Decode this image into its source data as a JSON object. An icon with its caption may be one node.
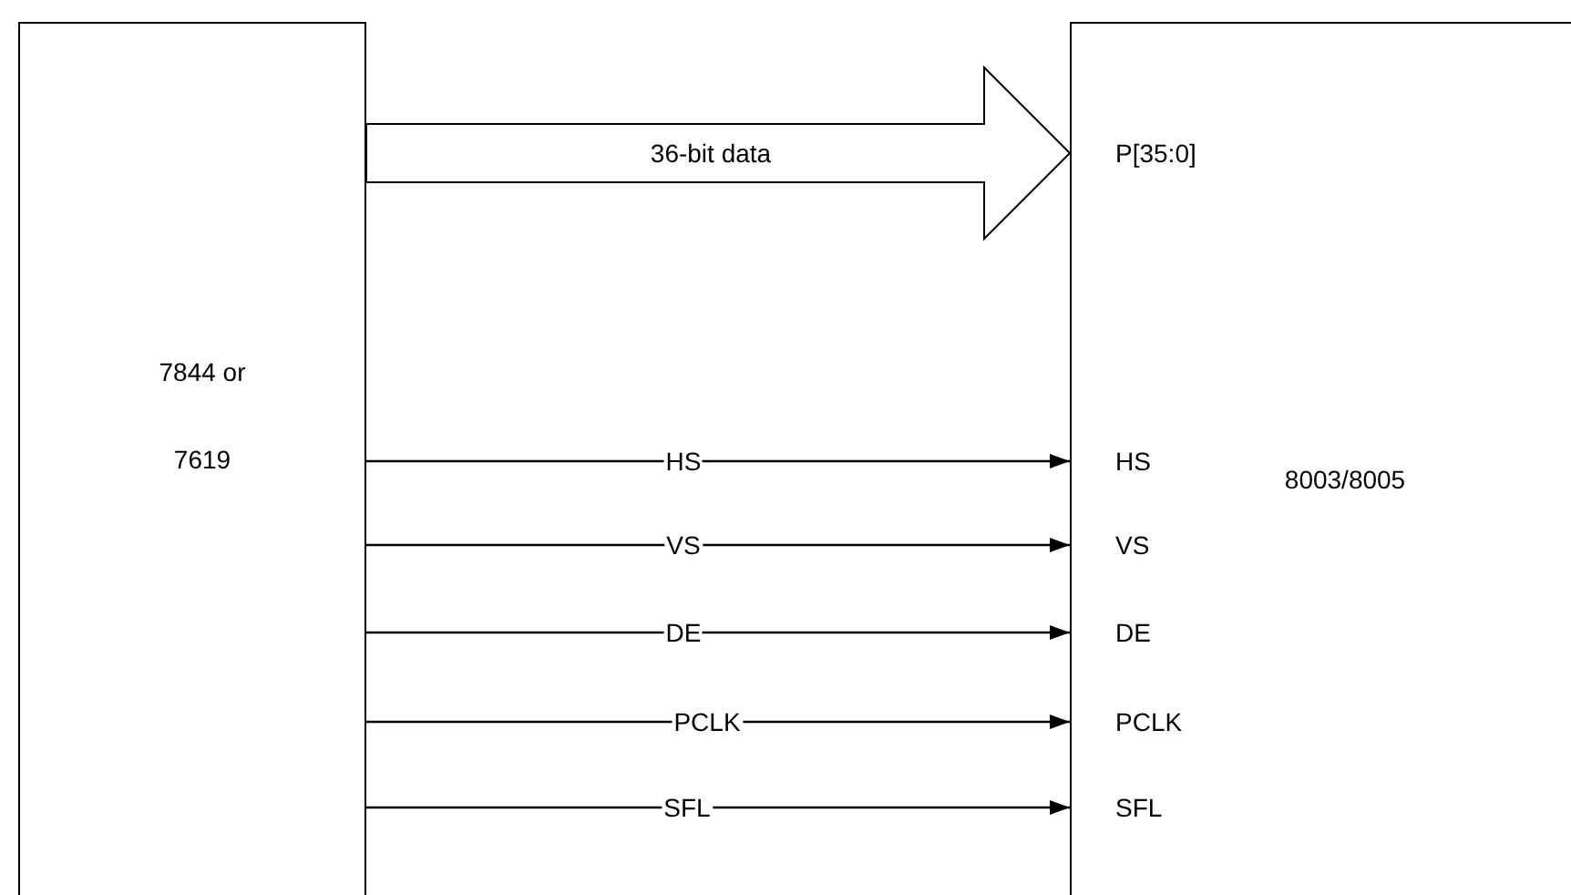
{
  "diagram": {
    "nodes": [
      {
        "text": [
          "7844 or 7619"
        ]
      },
      {
        "text": [
          "8003/8005"
        ]
      }
    ],
    "edges": [
      {
        "from": 0,
        "to": 1,
        "arrow": "to",
        "label": "36-bit data",
        "style": "thick"
      },
      {
        "from": 0,
        "to": 1,
        "arrow": "to",
        "label": "HS"
      },
      {
        "from": 0,
        "to": 1,
        "arrow": "to",
        "label": "VS"
      },
      {
        "from": 0,
        "to": 1,
        "arrow": "to",
        "label": "DE"
      },
      {
        "from": 0,
        "to": 1,
        "arrow": "to",
        "label": "PCLK"
      },
      {
        "from": 0,
        "to": 1,
        "arrow": "to",
        "label": "SFL"
      }
    ],
    "labels": [
      "P[35:0]",
      "HS",
      "VS",
      "DE",
      "PCLK",
      "SFL"
    ]
  }
}
